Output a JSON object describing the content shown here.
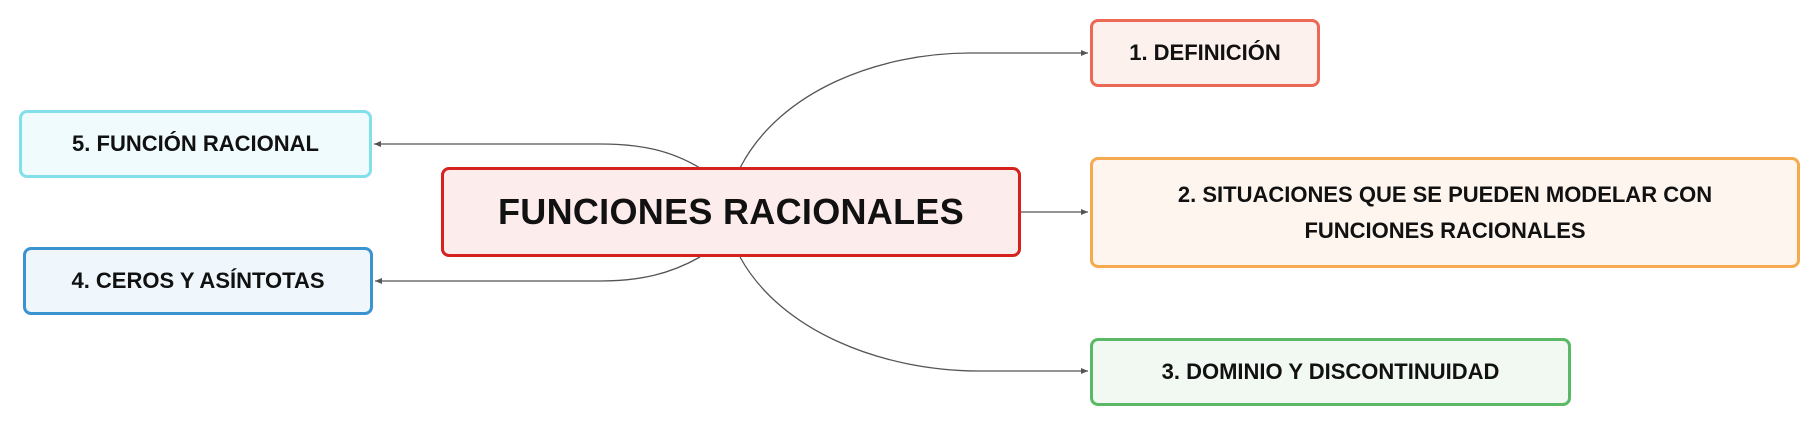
{
  "central": {
    "label": "FUNCIONES RACIONALES",
    "color": "#d4221e"
  },
  "branches": [
    {
      "id": "n1",
      "label": "1. DEFINICIÓN",
      "color": "#ec6a55"
    },
    {
      "id": "n2",
      "label": "2. SITUACIONES QUE SE PUEDEN MODELAR CON FUNCIONES RACIONALES",
      "color": "#f5aa50"
    },
    {
      "id": "n3",
      "label": "3. DOMINIO Y DISCONTINUIDAD",
      "color": "#5ab866"
    },
    {
      "id": "n4",
      "label": "4. CEROS Y ASÍNTOTAS",
      "color": "#3b93d0"
    },
    {
      "id": "n5",
      "label": "5. FUNCIÓN RACIONAL",
      "color": "#82e0ea"
    }
  ],
  "connector_color": "#555555"
}
